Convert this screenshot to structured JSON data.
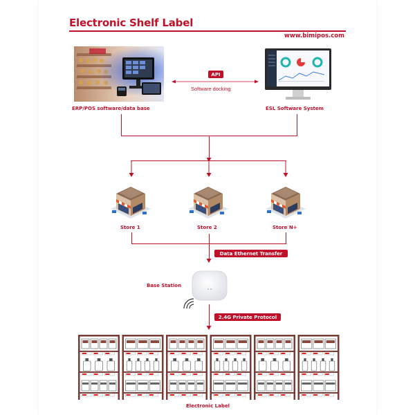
{
  "header": {
    "title": "Electronic Shelf Label",
    "website": "www.bimipos.com"
  },
  "nodes": {
    "erp_label": "ERP/POS software/data base",
    "esl_label": "ESL Software System",
    "api_badge": "API",
    "api_caption": "Software docking",
    "store_1": "Store 1",
    "store_2": "Store 2",
    "store_n": "Store N+",
    "ethernet_badge": "Data Ethernet Transfer",
    "base_station": "Base Station",
    "protocol_badge": "2.4G Private Protocol",
    "electronic_label": "Electronic Label"
  },
  "colors": {
    "accent": "#c0102a",
    "background": "#ffffff"
  }
}
